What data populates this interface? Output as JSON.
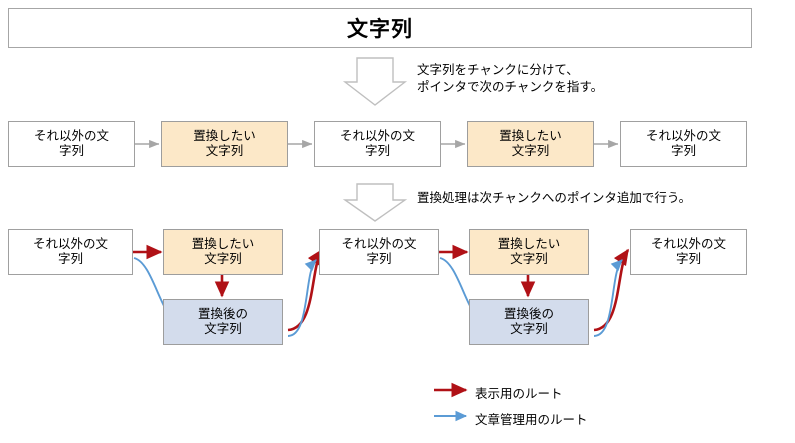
{
  "title": {
    "text": "文字列"
  },
  "annotations": [
    {
      "id": "annot-chunk",
      "text": "文字列をチャンクに分けて、\nポインタで次のチャンクを指す。"
    },
    {
      "id": "annot-replace",
      "text": "置換処理は次チャンクへのポインタ追加で行う。"
    }
  ],
  "labels": {
    "other": "それ以外の文\n字列",
    "target": "置換したい\n文字列",
    "replaced": "置換後の\n文字列"
  },
  "row_chunks": {
    "name": "chunk-row",
    "boxes": [
      {
        "kind": "plain",
        "label": "それ以外の文\n字列"
      },
      {
        "kind": "target",
        "label": "置換したい\n文字列"
      },
      {
        "kind": "plain",
        "label": "それ以外の文\n字列"
      },
      {
        "kind": "target",
        "label": "置換したい\n文字列"
      },
      {
        "kind": "plain",
        "label": "それ以外の文\n字列"
      }
    ]
  },
  "row_replace": {
    "name": "replace-row",
    "boxes": [
      {
        "kind": "plain",
        "label": "それ以外の文\n字列"
      },
      {
        "kind": "target",
        "label": "置換したい\n文字列"
      },
      {
        "kind": "plain",
        "label": "それ以外の文\n字列"
      },
      {
        "kind": "target",
        "label": "置換したい\n文字列"
      },
      {
        "kind": "plain",
        "label": "それ以外の文\n字列"
      }
    ],
    "replaced_boxes": [
      {
        "kind": "replaced",
        "label": "置換後の\n文字列"
      },
      {
        "kind": "replaced",
        "label": "置換後の\n文字列"
      }
    ]
  },
  "legend": {
    "items": [
      {
        "color": "#b01116",
        "label": "表示用のルート"
      },
      {
        "color": "#5b9bd5",
        "label": "文章管理用のルート"
      }
    ]
  },
  "colors": {
    "box_border": "#a0a0a0",
    "box_plain_fill": "#ffffff",
    "box_target_fill": "#fce8c8",
    "box_replaced_fill": "#d3dcec",
    "connector_gray": "#a6a6a6",
    "route_display": "#b01116",
    "route_manage": "#5b9bd5",
    "block_arrow_outline": "#bfbfbf"
  }
}
